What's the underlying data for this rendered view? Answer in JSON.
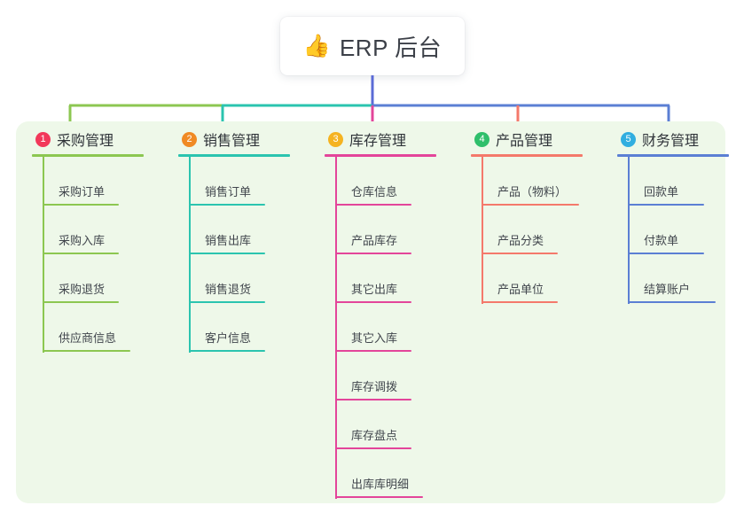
{
  "diagram": {
    "title": "ERP 后台 mind map",
    "root": {
      "emoji": "👍",
      "emoji_name": "thumbs-up-icon",
      "label": "ERP 后台"
    },
    "panel_color": "#eef8e9",
    "root_stem_color": "#5b6bd6",
    "branches": [
      {
        "number": "1",
        "label": "采购管理",
        "badge_color": "#f2385a",
        "line_color": "#8cc751",
        "children": [
          {
            "label": "采购订单"
          },
          {
            "label": "采购入库"
          },
          {
            "label": "采购退货"
          },
          {
            "label": "供应商信息"
          }
        ]
      },
      {
        "number": "2",
        "label": "销售管理",
        "badge_color": "#f08a24",
        "line_color": "#2bc4af",
        "children": [
          {
            "label": "销售订单"
          },
          {
            "label": "销售出库"
          },
          {
            "label": "销售退货"
          },
          {
            "label": "客户信息"
          }
        ]
      },
      {
        "number": "3",
        "label": "库存管理",
        "badge_color": "#f5b321",
        "line_color": "#e3459a",
        "children": [
          {
            "label": "仓库信息"
          },
          {
            "label": "产品库存"
          },
          {
            "label": "其它出库"
          },
          {
            "label": "其它入库"
          },
          {
            "label": "库存调拨"
          },
          {
            "label": "库存盘点"
          },
          {
            "label": "出库库明细"
          }
        ]
      },
      {
        "number": "4",
        "label": "产品管理",
        "badge_color": "#2fbf6b",
        "line_color": "#f4796b",
        "children": [
          {
            "label": "产品（物料）"
          },
          {
            "label": "产品分类"
          },
          {
            "label": "产品单位"
          }
        ]
      },
      {
        "number": "5",
        "label": "财务管理",
        "badge_color": "#31aee0",
        "line_color": "#5b7fd4",
        "children": [
          {
            "label": "回款单"
          },
          {
            "label": "付款单"
          },
          {
            "label": "结算账户"
          }
        ]
      }
    ]
  }
}
